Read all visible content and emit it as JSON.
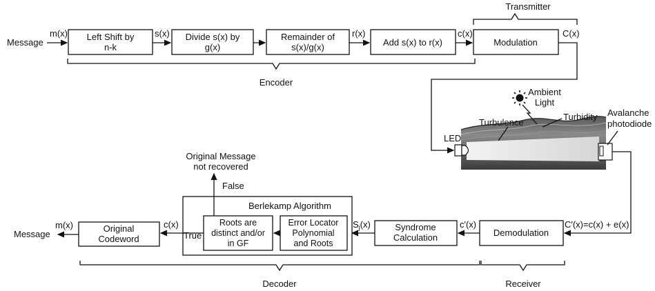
{
  "labels": {
    "message_in": "Message",
    "m_in": "m(x)",
    "sx_1": "s(x)",
    "rx": "r(x)",
    "cx_top": "c(x)",
    "Cx": "C(x)",
    "c_received": "C′(x)=c(x) + e(x)",
    "c_prime": "c′(x)",
    "sj": "S",
    "sj_sub": "j",
    "sj_paren": "(x)",
    "c_out": "c(x)",
    "m_out": "m(x)",
    "message_out": "Message",
    "true": "True",
    "false": "False",
    "not_recovered_1": "Original Message",
    "not_recovered_2": "not recovered"
  },
  "boxes": {
    "left_shift": [
      "Left Shift by",
      "n-k"
    ],
    "divide": [
      "Divide s(x) by",
      "g(x)"
    ],
    "remainder": [
      "Remainder of",
      "s(x)/g(x)"
    ],
    "add": [
      "Add s(x) to r(x)"
    ],
    "modulation": [
      "Modulation"
    ],
    "demodulation": [
      "Demodulation"
    ],
    "syndrome": [
      "Syndrome",
      "Calculation"
    ],
    "error_locator": [
      "Error Locator",
      "Polynomial",
      "and Roots"
    ],
    "roots": [
      "Roots are",
      "distinct and/or",
      "in GF"
    ],
    "original_codeword": [
      "Original",
      "Codeword"
    ],
    "berlekamp_title": "Berlekamp Algorithm"
  },
  "groups": {
    "encoder": "Encoder",
    "transmitter": "Transmitter",
    "decoder": "Decoder",
    "receiver": "Receiver"
  },
  "channel": {
    "led": "LED",
    "turbulence": "Turbulence",
    "ambient_1": "Ambient",
    "ambient_2": "Light",
    "turbidity": "Turbidity",
    "apd_1": "Avalanche",
    "apd_2": "photodiode"
  }
}
